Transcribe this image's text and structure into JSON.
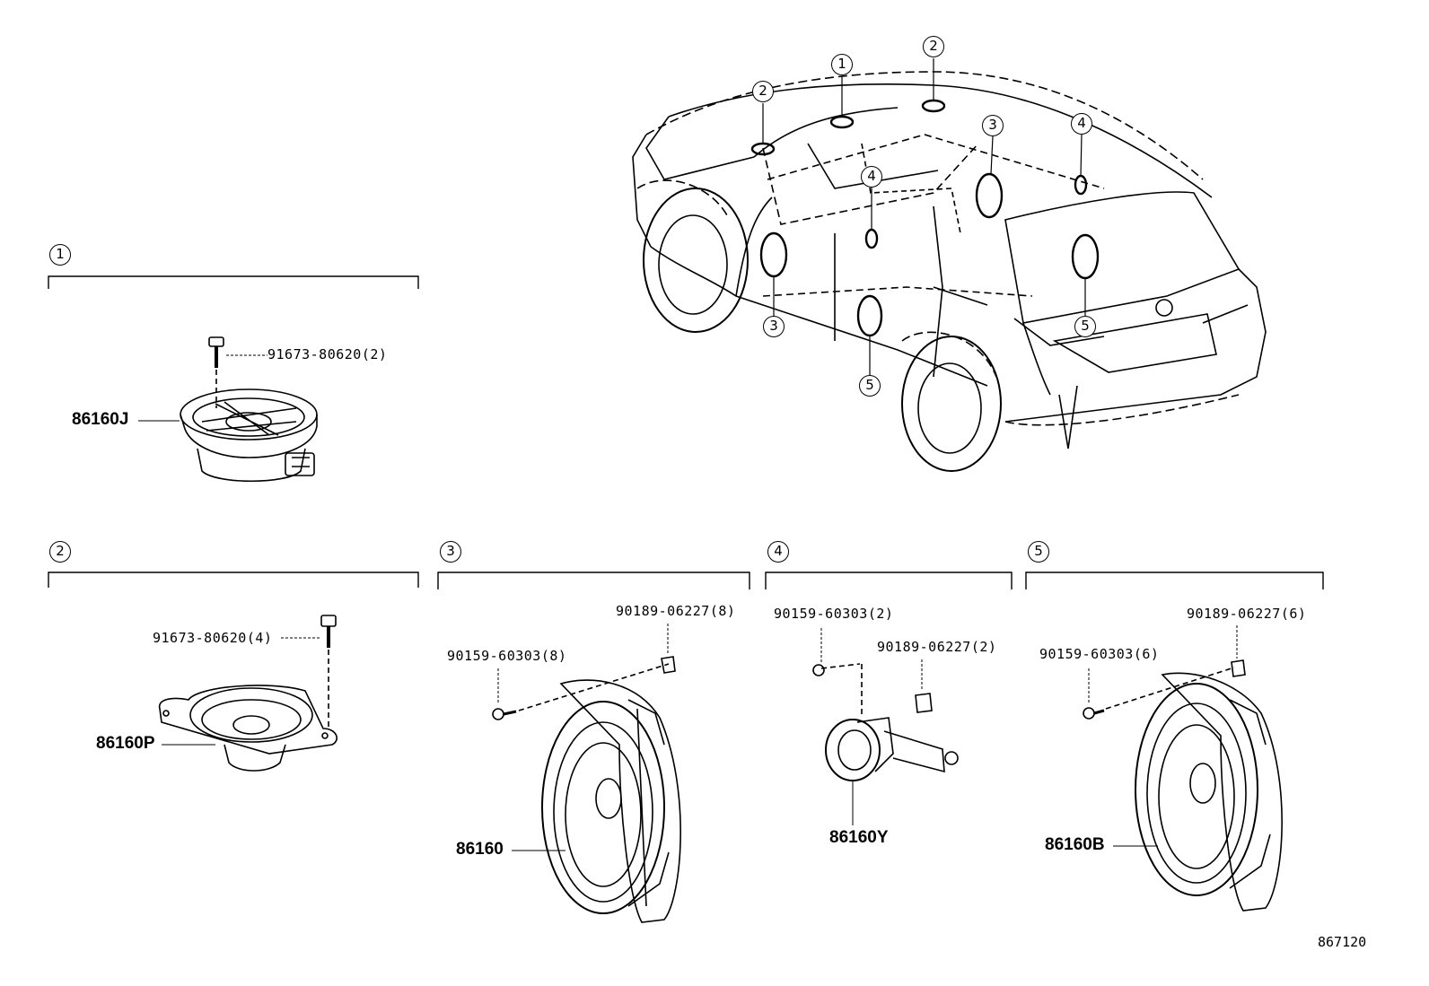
{
  "sections": [
    {
      "number": "1",
      "parts": [
        {
          "part_no": "86160J"
        }
      ],
      "fasteners": [
        {
          "label": "91673-80620(2)"
        }
      ]
    },
    {
      "number": "2",
      "parts": [
        {
          "part_no": "86160P"
        }
      ],
      "fasteners": [
        {
          "label": "91673-80620(4)"
        }
      ]
    },
    {
      "number": "3",
      "parts": [
        {
          "part_no": "86160"
        }
      ],
      "fasteners": [
        {
          "label": "90189-06227(8)"
        },
        {
          "label": "90159-60303(8)"
        }
      ]
    },
    {
      "number": "4",
      "parts": [
        {
          "part_no": "86160Y"
        }
      ],
      "fasteners": [
        {
          "label": "90159-60303(2)"
        },
        {
          "label": "90189-06227(2)"
        }
      ]
    },
    {
      "number": "5",
      "parts": [
        {
          "part_no": "86160B"
        }
      ],
      "fasteners": [
        {
          "label": "90189-06227(6)"
        },
        {
          "label": "90159-60303(6)"
        }
      ]
    }
  ],
  "vehicle_callouts": [
    "1",
    "2",
    "2",
    "3",
    "3",
    "4",
    "4",
    "5",
    "5"
  ],
  "diagram_code": "867120"
}
